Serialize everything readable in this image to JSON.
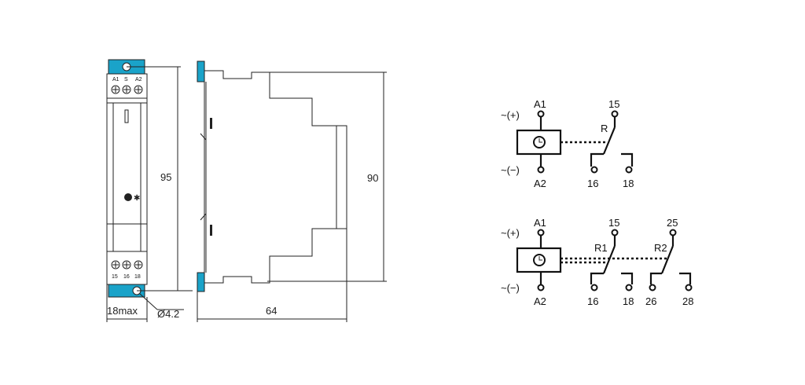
{
  "front_view": {
    "top_terminals": [
      "A1",
      "S",
      "A2"
    ],
    "bottom_terminals": [
      "15",
      "16",
      "18"
    ],
    "height_label": "95",
    "width_label": "18max",
    "hole_label": "Ø4.2"
  },
  "side_view": {
    "height_label": "90",
    "depth_label": "64"
  },
  "schematic_single": {
    "supply_pos": "~(+)",
    "supply_neg": "~(−)",
    "a1": "A1",
    "a2": "A2",
    "relay": "R",
    "common": "15",
    "nc": "16",
    "no": "18"
  },
  "schematic_double": {
    "supply_pos": "~(+)",
    "supply_neg": "~(−)",
    "a1": "A1",
    "a2": "A2",
    "relay1": "R1",
    "relay2": "R2",
    "common1": "15",
    "nc1": "16",
    "no1": "18",
    "common2": "25",
    "nc2": "26",
    "no2": "28"
  },
  "colors": {
    "clip": "#1aa3c9",
    "line": "#222222"
  }
}
